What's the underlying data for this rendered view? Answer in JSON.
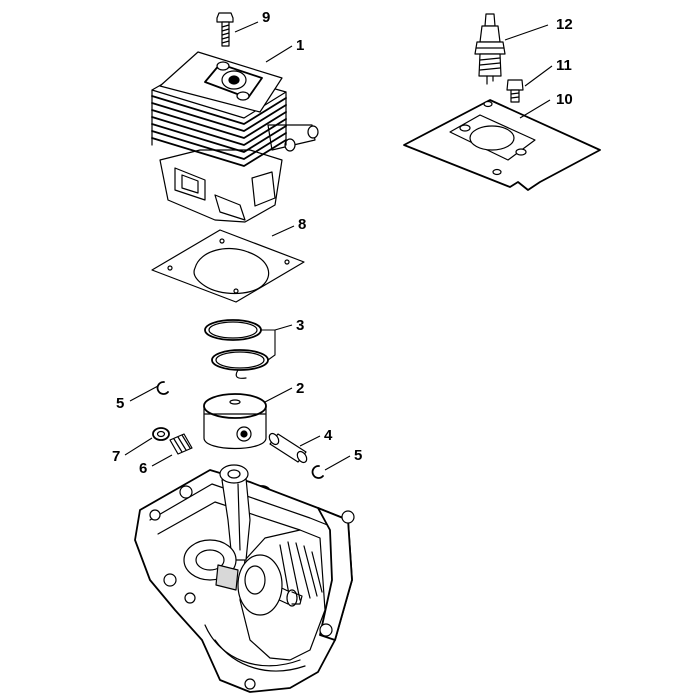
{
  "callouts": [
    {
      "id": "9",
      "label": "9"
    },
    {
      "id": "1",
      "label": "1"
    },
    {
      "id": "12",
      "label": "12"
    },
    {
      "id": "11",
      "label": "11"
    },
    {
      "id": "10",
      "label": "10"
    },
    {
      "id": "8",
      "label": "8"
    },
    {
      "id": "3",
      "label": "3"
    },
    {
      "id": "2",
      "label": "2"
    },
    {
      "id": "5a",
      "label": "5"
    },
    {
      "id": "7",
      "label": "7"
    },
    {
      "id": "6",
      "label": "6"
    },
    {
      "id": "4",
      "label": "4"
    },
    {
      "id": "5b",
      "label": "5"
    }
  ]
}
